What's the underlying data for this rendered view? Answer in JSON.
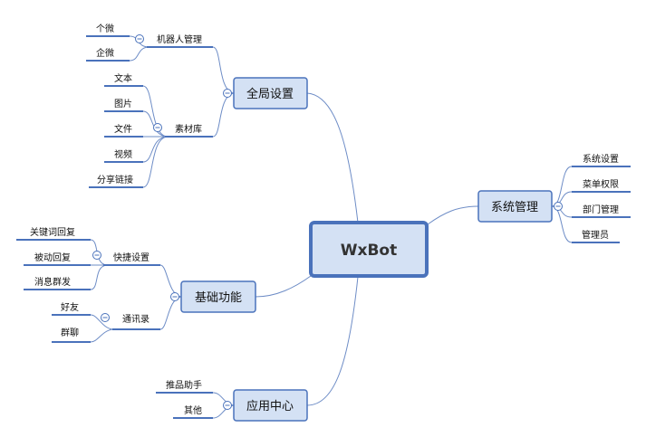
{
  "root": {
    "label": "WxBot"
  },
  "branches": {
    "global": {
      "label": "全局设置",
      "robot": {
        "label": "机器人管理",
        "items": [
          "个微",
          "企微"
        ]
      },
      "material": {
        "label": "素材库",
        "items": [
          "文本",
          "图片",
          "文件",
          "视频",
          "分享链接"
        ]
      }
    },
    "basic": {
      "label": "基础功能",
      "shortcut": {
        "label": "快捷设置",
        "items": [
          "关键词回复",
          "被动回复",
          "消息群发"
        ]
      },
      "contacts": {
        "label": "通讯录",
        "items": [
          "好友",
          "群聊"
        ]
      }
    },
    "apps": {
      "label": "应用中心",
      "items": [
        "推品助手",
        "其他"
      ]
    },
    "system": {
      "label": "系统管理",
      "items": [
        "系统设置",
        "菜单权限",
        "部门管理",
        "管理员"
      ]
    }
  },
  "colors": {
    "stroke": "#4a72bb",
    "fill": "#d4e1f4",
    "edge": "#6d8cc6"
  }
}
